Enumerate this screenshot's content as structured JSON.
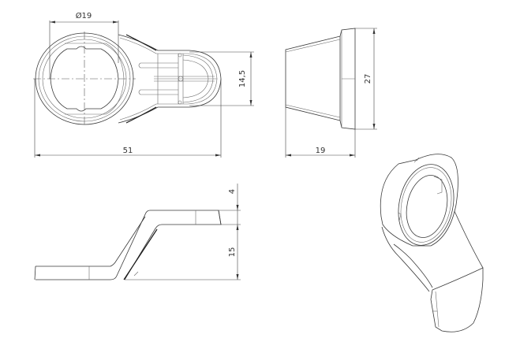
{
  "drawing": {
    "views": {
      "top": {
        "label": "top-view",
        "dimensions": {
          "diameter": "Ø19",
          "overall_length": "51",
          "nose_width": "14,5"
        }
      },
      "side_right": {
        "label": "end-view",
        "dimensions": {
          "height": "27",
          "depth": "19"
        }
      },
      "side_front": {
        "label": "front-view",
        "dimensions": {
          "thickness": "4",
          "rise": "15"
        }
      },
      "isometric": {
        "label": "isometric-view"
      }
    },
    "colors": {
      "background": "#ffffff",
      "line": "#3a3a3a"
    }
  }
}
